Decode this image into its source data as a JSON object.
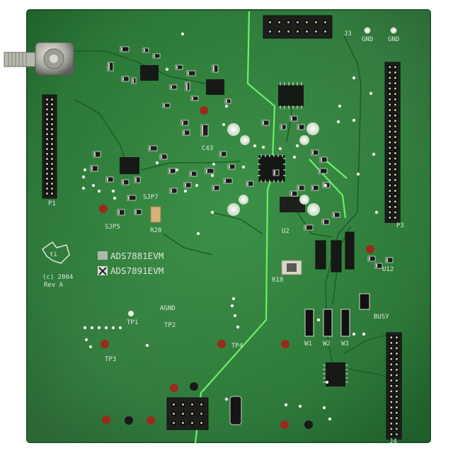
{
  "board": {
    "pcb_color": "#2a7a37",
    "trace_color": "#5ef05c",
    "silkscreen_color": "#e3e8df"
  },
  "silkscreen": {
    "model_option_1": "ADS7881EVM",
    "model_option_2": "ADS7891EVM",
    "year": "(c) 2004",
    "revision": "Rev A",
    "tp1": "TP1",
    "tp2": "TP2",
    "tp3": "TP3",
    "tp4": "TP4",
    "agnd": "AGND",
    "busy": "BUSY",
    "j3": "J3",
    "p1": "P1",
    "p3": "P3",
    "gnd1": "GND",
    "gnd2": "GND",
    "sjp5": "SJP5",
    "sjp7": "SJP7",
    "r28": "R28",
    "c43": "C43",
    "u12": "U12",
    "r18": "R18",
    "j4": "J4",
    "u2": "U2",
    "w1": "W1",
    "w2": "W2",
    "w3": "W3"
  },
  "icons": [
    "ti-logo-icon",
    "sma-connector-icon",
    "header-pin-icon"
  ]
}
